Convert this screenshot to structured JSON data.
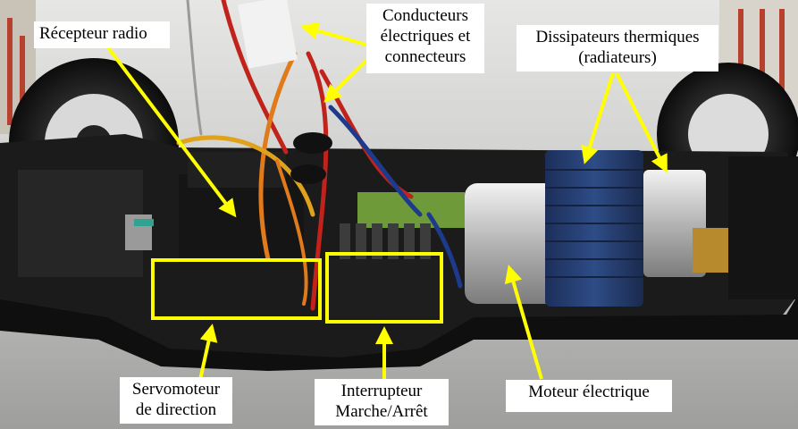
{
  "image": {
    "subject": "radio-controlled-car-chassis",
    "annotation_color": "#ffff00"
  },
  "labels": {
    "recepteur": [
      "Récepteur radio"
    ],
    "conducteurs": [
      "Conducteurs",
      "électriques et",
      "connecteurs"
    ],
    "dissipateurs": [
      "Dissipateurs thermiques",
      "(radiateurs)"
    ],
    "servomoteur": [
      "Servomoteur",
      "de direction"
    ],
    "interrupteur": [
      "Interrupteur",
      "Marche/Arrêt"
    ],
    "moteur": [
      "Moteur électrique"
    ]
  }
}
